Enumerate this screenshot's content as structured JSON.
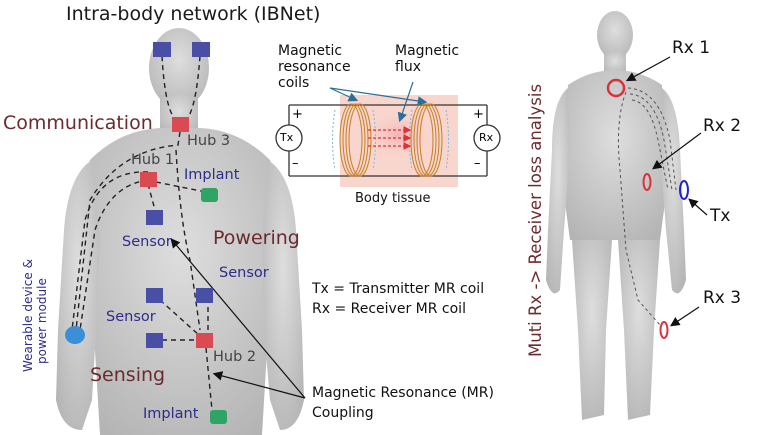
{
  "title": "Intra-body network (IBNet)",
  "left_figure": {
    "functions": {
      "communication": "Communication",
      "powering": "Powering",
      "sensing": "Sensing"
    },
    "hubs": [
      "Hub 1",
      "Hub 2",
      "Hub 3"
    ],
    "labels": {
      "implant_chest": "Implant",
      "implant_thigh": "Implant",
      "sensor_chest": "Sensor",
      "sensor_mid": "Sensor",
      "sensor_abdomen": "Sensor"
    },
    "wearable": [
      "Wearable device &",
      "power module"
    ]
  },
  "coil_diagram": {
    "label_coils": [
      "Magnetic",
      "resonance",
      "coils"
    ],
    "label_flux": [
      "Magnetic",
      "flux"
    ],
    "tx": "Tx",
    "rx": "Rx",
    "plus": "+",
    "minus": "–",
    "tissue": "Body tissue"
  },
  "legend": {
    "tx_def": "Tx = Transmitter MR coil",
    "rx_def": "Rx = Receiver MR coil"
  },
  "mr_coupling": [
    "Magnetic Resonance (MR)",
    "Coupling"
  ],
  "right_figure": {
    "vertical_title": "Muti Rx -> Receiver loss analysis",
    "rx1": "Rx 1",
    "rx2": "Rx 2",
    "rx3": "Rx 3",
    "tx": "Tx"
  },
  "colors": {
    "sensor": "#4a4fa6",
    "hub": "#d94a52",
    "implant": "#2fa565",
    "wearable": "#3a8fd6",
    "rx_ring": "#d8323c",
    "tx_ring": "#2020d0",
    "body": "#c8c8c8"
  }
}
